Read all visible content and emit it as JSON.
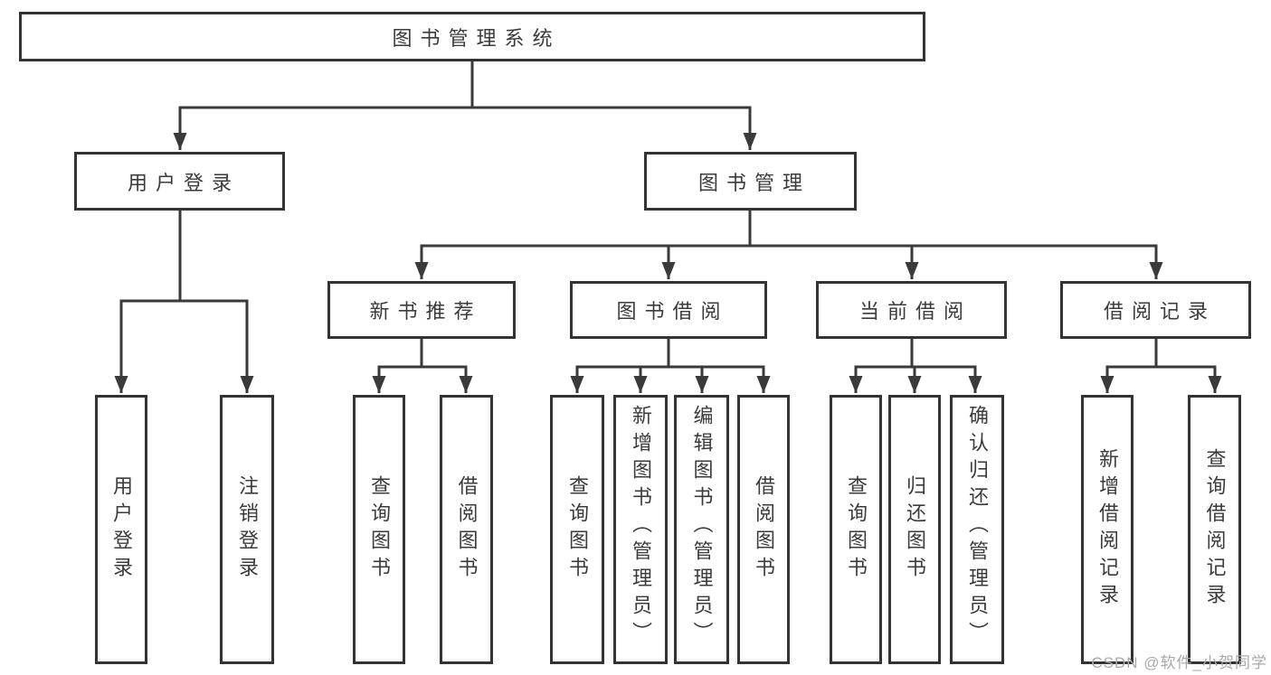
{
  "watermark": "CSDN @软件_小贺同学",
  "colors": {
    "line": "#3a3a3a",
    "border": "#333333",
    "text": "#3b3b3b",
    "watermark": "#a9a9a9",
    "background": "#ffffff"
  },
  "diagram": {
    "type": "tree",
    "title": "图书管理系统",
    "root": {
      "label": "图书管理系统",
      "children": [
        {
          "label": "用户登录",
          "children": [
            {
              "label": "用户登录"
            },
            {
              "label": "注销登录"
            }
          ]
        },
        {
          "label": "图书管理",
          "children": [
            {
              "label": "新书推荐",
              "children": [
                {
                  "label": "查询图书"
                },
                {
                  "label": "借阅图书"
                }
              ]
            },
            {
              "label": "图书借阅",
              "children": [
                {
                  "label": "查询图书"
                },
                {
                  "label": "新增图书（管理员）"
                },
                {
                  "label": "编辑图书（管理员）"
                },
                {
                  "label": "借阅图书"
                }
              ]
            },
            {
              "label": "当前借阅",
              "children": [
                {
                  "label": "查询图书"
                },
                {
                  "label": "归还图书"
                },
                {
                  "label": "确认归还（管理员）"
                }
              ]
            },
            {
              "label": "借阅记录",
              "children": [
                {
                  "label": "新增借阅记录"
                },
                {
                  "label": "查询借阅记录"
                }
              ]
            }
          ]
        }
      ]
    }
  }
}
